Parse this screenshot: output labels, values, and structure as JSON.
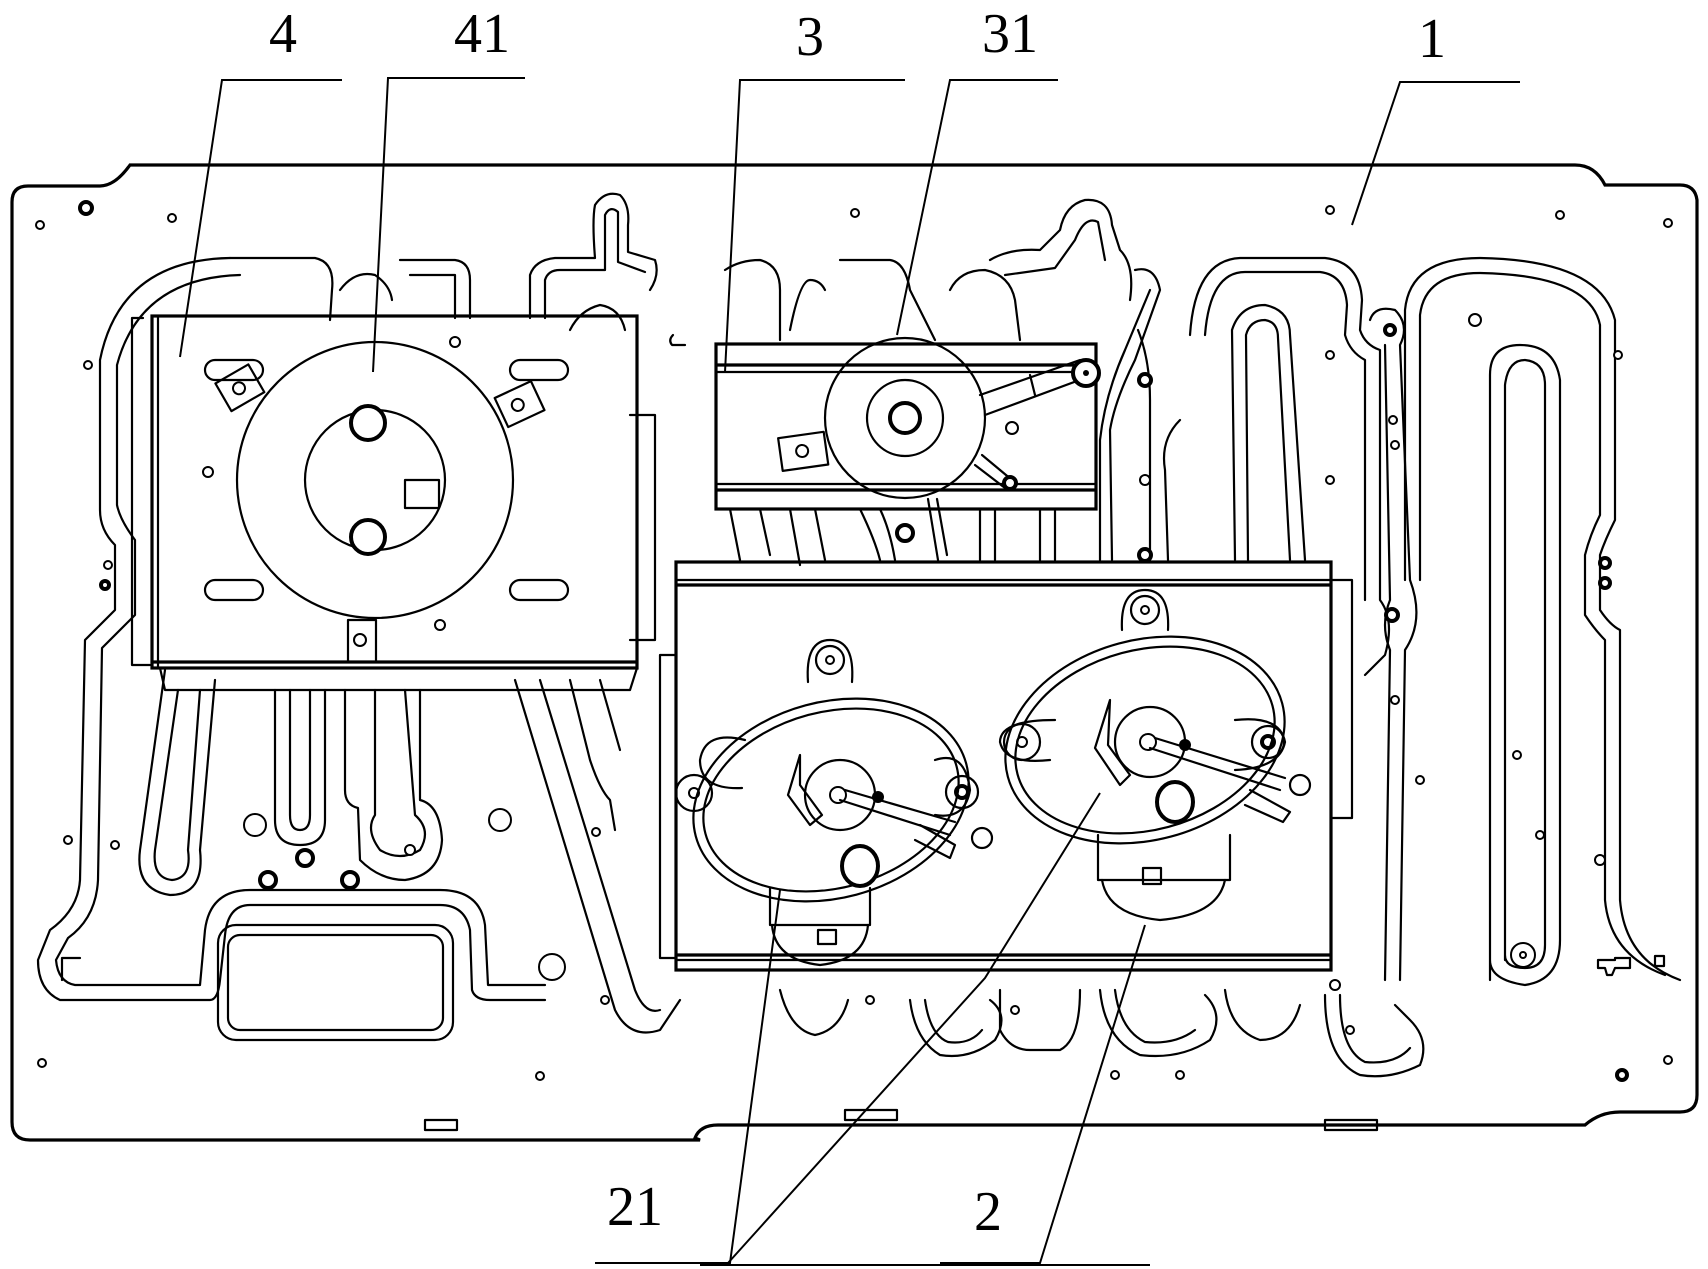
{
  "figure": {
    "type": "patent technical drawing",
    "subject": "base plate assembly with mounted motor units",
    "line_color": "#000000",
    "background_color": "#ffffff"
  },
  "reference_labels": [
    {
      "id": "4",
      "text": "4",
      "refers_to": "left mounting bracket"
    },
    {
      "id": "41",
      "text": "41",
      "refers_to": "large disc component on left bracket"
    },
    {
      "id": "3",
      "text": "3",
      "refers_to": "upper middle bracket"
    },
    {
      "id": "31",
      "text": "31",
      "refers_to": "disc motor on upper bracket"
    },
    {
      "id": "1",
      "text": "1",
      "refers_to": "base plate with channels"
    },
    {
      "id": "21",
      "text": "21",
      "refers_to": "two round motor units"
    },
    {
      "id": "2",
      "text": "2",
      "refers_to": "lower right bracket"
    }
  ],
  "labels": {
    "l4": "4",
    "l41": "41",
    "l3": "3",
    "l31": "31",
    "l1": "1",
    "l21": "21",
    "l2": "2"
  }
}
